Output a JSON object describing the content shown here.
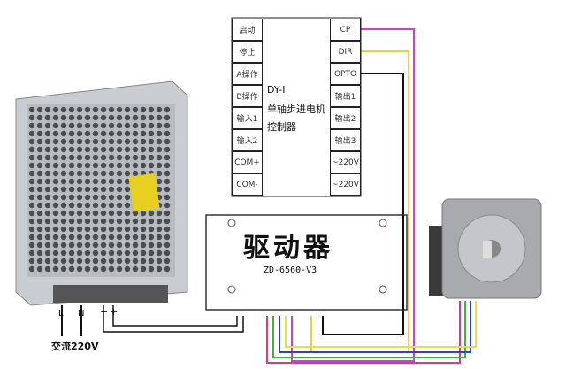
{
  "controller": {
    "left": [
      "启动",
      "停止",
      "A操作",
      "B操作",
      "输入1",
      "输入2",
      "COM+",
      "COM-"
    ],
    "right": [
      "CP",
      "DIR",
      "OPTO",
      "输出1",
      "输出2",
      "输出3",
      "~220V",
      "~220V"
    ],
    "model": "DY-I",
    "title1": "单轴步进电机",
    "title2": "控制器"
  },
  "driver": {
    "logo": "驱动器",
    "model": "ZD-6560-V3"
  },
  "power": {
    "L": "L",
    "N": "N",
    "minus": "−",
    "plus": "+",
    "ac_label": "交流220V"
  },
  "colors": {
    "cp": "#d040c8",
    "dir": "#e8d040",
    "motor": [
      "#d04080",
      "#40b040",
      "#3040d0",
      "#e8e040"
    ]
  }
}
